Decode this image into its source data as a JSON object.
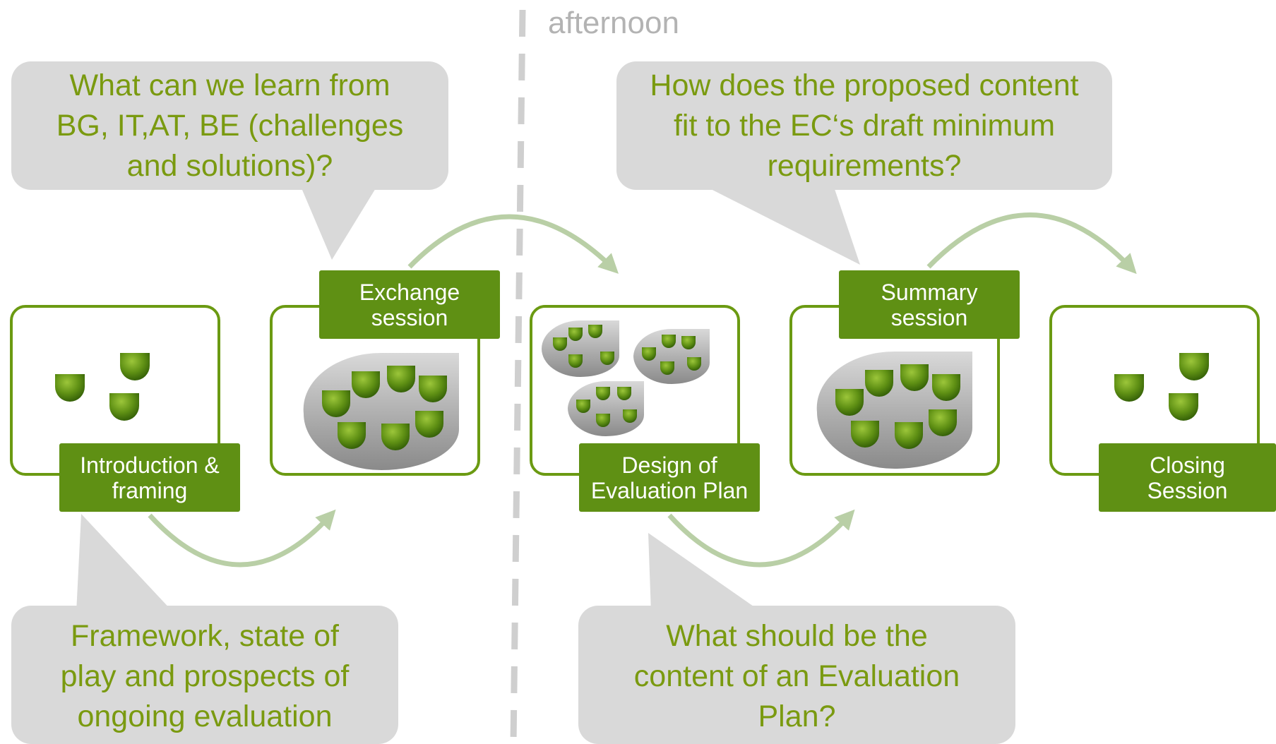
{
  "header": {
    "afternoon_label": "afternoon"
  },
  "stages": [
    {
      "label": "Introduction &\nframing",
      "icon": "small-drops-icon"
    },
    {
      "label": "Exchange\nsession",
      "icon": "group-circle-icon"
    },
    {
      "label": "Design of\nEvaluation Plan",
      "icon": "breakout-groups-icon"
    },
    {
      "label": "Summary\nsession",
      "icon": "group-circle-icon"
    },
    {
      "label": "Closing\nSession",
      "icon": "small-drops-icon"
    }
  ],
  "callouts": {
    "learn": "What can we learn from\nBG, IT,AT, BE (challenges\nand solutions)?",
    "framework": "Framework, state of\nplay and prospects of\nongoing evaluation",
    "fit": "How does the proposed content\nfit to the EC‘s draft minimum\nrequirements?",
    "content": "What should be the\ncontent of an Evaluation\nPlan?"
  },
  "colors": {
    "accent_green": "#5f9014",
    "text_green": "#7a9a10",
    "callout_gray": "#d9d9d9",
    "arrow_green": "#b9cfa6"
  }
}
